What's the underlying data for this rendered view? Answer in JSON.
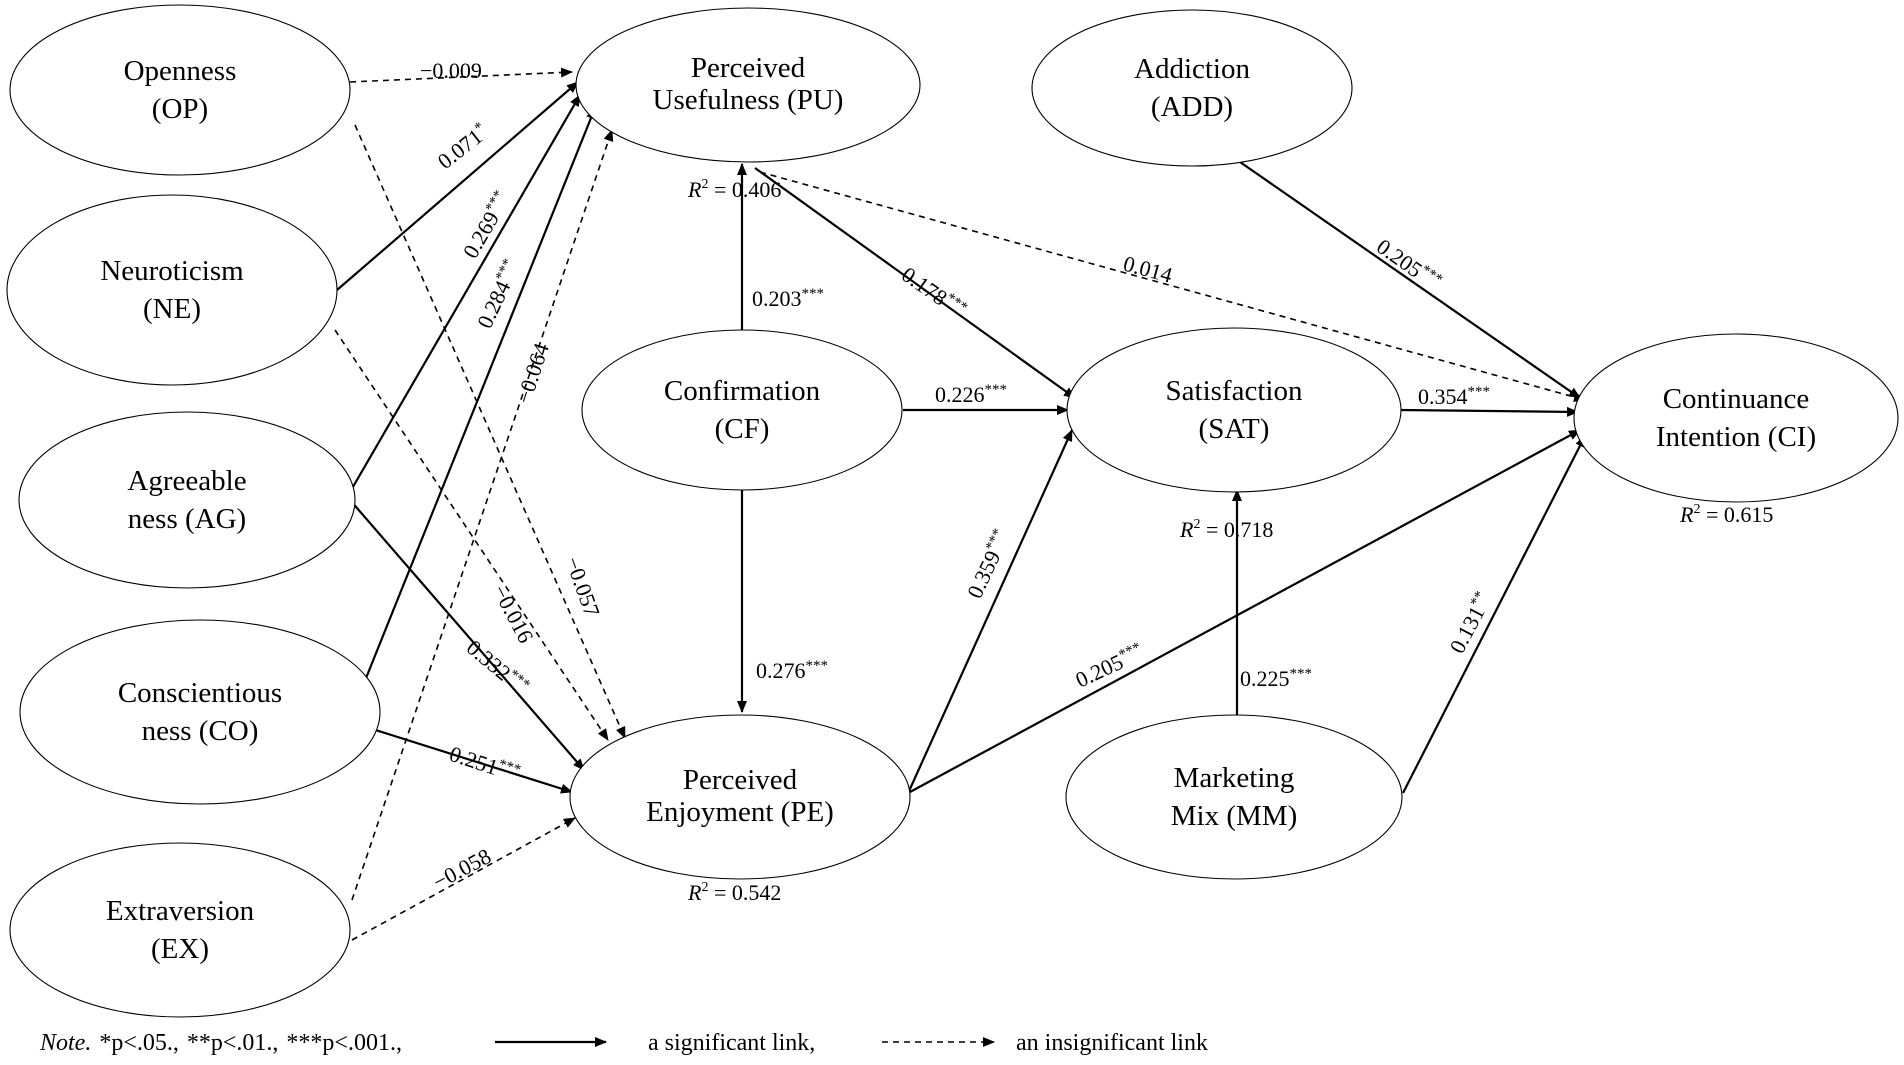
{
  "nodes": [
    {
      "id": "OP",
      "line1": "Openness",
      "line2": "(OP)"
    },
    {
      "id": "NE",
      "line1": "Neuroticism",
      "line2": "(NE)"
    },
    {
      "id": "AG",
      "line1": "Agreeable",
      "line2": "ness (AG)"
    },
    {
      "id": "CO",
      "line1": "Conscientious",
      "line2": "ness (CO)"
    },
    {
      "id": "EX",
      "line1": "Extraversion",
      "line2": "(EX)"
    },
    {
      "id": "PU",
      "line1": "Perceived",
      "line2": "Usefulness (PU)"
    },
    {
      "id": "CF",
      "line1": "Confirmation",
      "line2": "(CF)"
    },
    {
      "id": "PE",
      "line1": "Perceived",
      "line2": "Enjoyment (PE)"
    },
    {
      "id": "ADD",
      "line1": "Addiction",
      "line2": "(ADD)"
    },
    {
      "id": "SAT",
      "line1": "Satisfaction",
      "line2": "(SAT)"
    },
    {
      "id": "MM",
      "line1": "Marketing",
      "line2": "Mix (MM)"
    },
    {
      "id": "CI",
      "line1": "Continuance",
      "line2": "Intention (CI)"
    }
  ],
  "edges": [
    {
      "from": "OP",
      "to": "PU",
      "coef": "−0.009",
      "sig": "",
      "significant": false
    },
    {
      "from": "OP",
      "to": "PE",
      "coef": "−0.057",
      "sig": "",
      "significant": false
    },
    {
      "from": "NE",
      "to": "PU",
      "coef": "0.071",
      "sig": "*",
      "significant": true
    },
    {
      "from": "NE",
      "to": "PE",
      "coef": "−0.016",
      "sig": "",
      "significant": false
    },
    {
      "from": "AG",
      "to": "PU",
      "coef": "0.269",
      "sig": "***",
      "significant": true
    },
    {
      "from": "AG",
      "to": "PE",
      "coef": "0.332",
      "sig": "***",
      "significant": true
    },
    {
      "from": "CO",
      "to": "PU",
      "coef": "0.284",
      "sig": "***",
      "significant": true
    },
    {
      "from": "CO",
      "to": "PE",
      "coef": "0.251",
      "sig": "***",
      "significant": true
    },
    {
      "from": "EX",
      "to": "PU",
      "coef": "−0.064",
      "sig": "",
      "significant": false
    },
    {
      "from": "EX",
      "to": "PE",
      "coef": "−0.058",
      "sig": "",
      "significant": false
    },
    {
      "from": "CF",
      "to": "PU",
      "coef": "0.203",
      "sig": "***",
      "significant": true
    },
    {
      "from": "CF",
      "to": "PE",
      "coef": "0.276",
      "sig": "***",
      "significant": true
    },
    {
      "from": "CF",
      "to": "SAT",
      "coef": "0.226",
      "sig": "***",
      "significant": true
    },
    {
      "from": "PU",
      "to": "SAT",
      "coef": "0.178",
      "sig": "***",
      "significant": true
    },
    {
      "from": "PU",
      "to": "CI",
      "coef": "0.014",
      "sig": "",
      "significant": false
    },
    {
      "from": "PE",
      "to": "SAT",
      "coef": "0.359",
      "sig": "***",
      "significant": true
    },
    {
      "from": "PE",
      "to": "CI",
      "coef": "0.205",
      "sig": "***",
      "significant": true
    },
    {
      "from": "ADD",
      "to": "CI",
      "coef": "0.205",
      "sig": "***",
      "significant": true
    },
    {
      "from": "SAT",
      "to": "CI",
      "coef": "0.354",
      "sig": "***",
      "significant": true
    },
    {
      "from": "MM",
      "to": "SAT",
      "coef": "0.225",
      "sig": "***",
      "significant": true
    },
    {
      "from": "MM",
      "to": "CI",
      "coef": "0.131",
      "sig": "**",
      "significant": true
    }
  ],
  "r2": {
    "PU": "0.406",
    "PE": "0.542",
    "SAT": "0.718",
    "CI": "0.615"
  },
  "r2_label": "R",
  "r2_sup": "2",
  "note": {
    "label": "Note.",
    "p05": "*p<.05.,",
    "p01": "**p<.01.,",
    "p001": "***p<.001.,",
    "significant_text": "a significant link,",
    "insignificant_text": "an insignificant link"
  }
}
